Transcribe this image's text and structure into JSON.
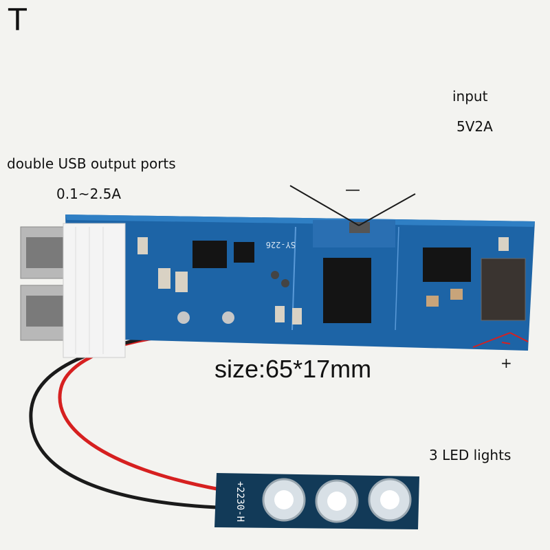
{
  "corner_letter": "T",
  "input_label": "input",
  "input_spec": "5V2A",
  "usb_label": "double USB output ports",
  "usb_current": "0.1~2.5A",
  "minus_sign": "—",
  "plus_sign": "+",
  "size_label": "size:65*17mm",
  "led_label": "3 LED lights",
  "colors": {
    "pcb": "#1b5fa0",
    "pcb_dark": "#134a80",
    "wire_red": "#d62020",
    "wire_black": "#1a1a1a",
    "led_board": "#123a58"
  }
}
